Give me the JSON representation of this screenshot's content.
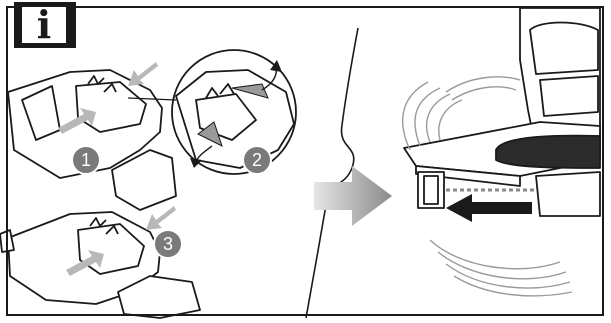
{
  "info_badge": {
    "label": "i",
    "icon": "information-icon"
  },
  "steps": [
    {
      "number": "1"
    },
    {
      "number": "2"
    },
    {
      "number": "3"
    }
  ],
  "colors": {
    "outline": "#1a1a1a",
    "step_badge": "#7a7a7a",
    "press_arrow": "#b8b8b8",
    "flow_arrow": "#9a9a9a",
    "head_dark": "#2b2b2b"
  }
}
